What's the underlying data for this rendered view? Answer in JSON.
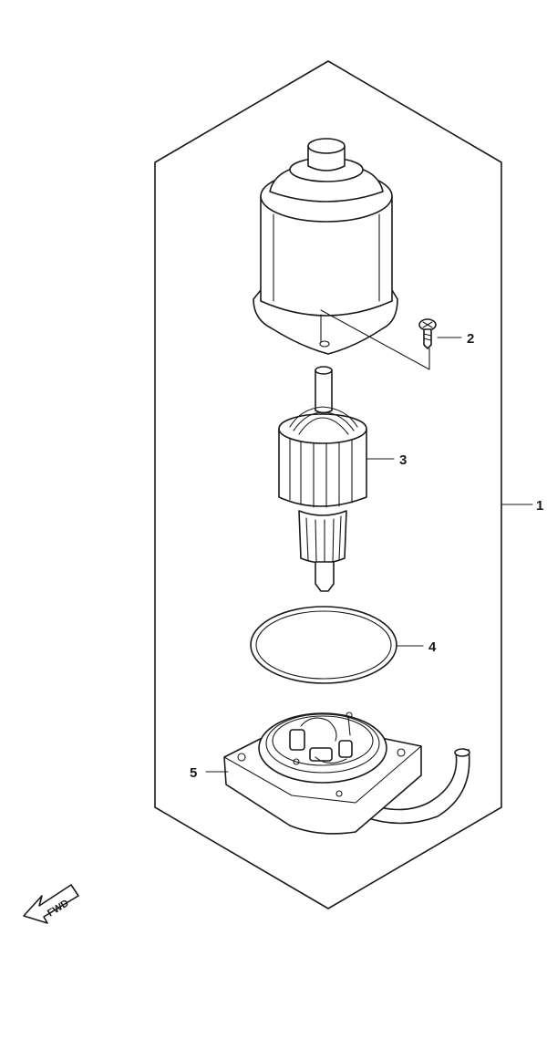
{
  "diagram": {
    "callouts": [
      {
        "id": "1",
        "label": "1"
      },
      {
        "id": "2",
        "label": "2"
      },
      {
        "id": "3",
        "label": "3"
      },
      {
        "id": "4",
        "label": "4"
      },
      {
        "id": "5",
        "label": "5"
      }
    ],
    "direction_badge": {
      "label": "FWD"
    }
  }
}
